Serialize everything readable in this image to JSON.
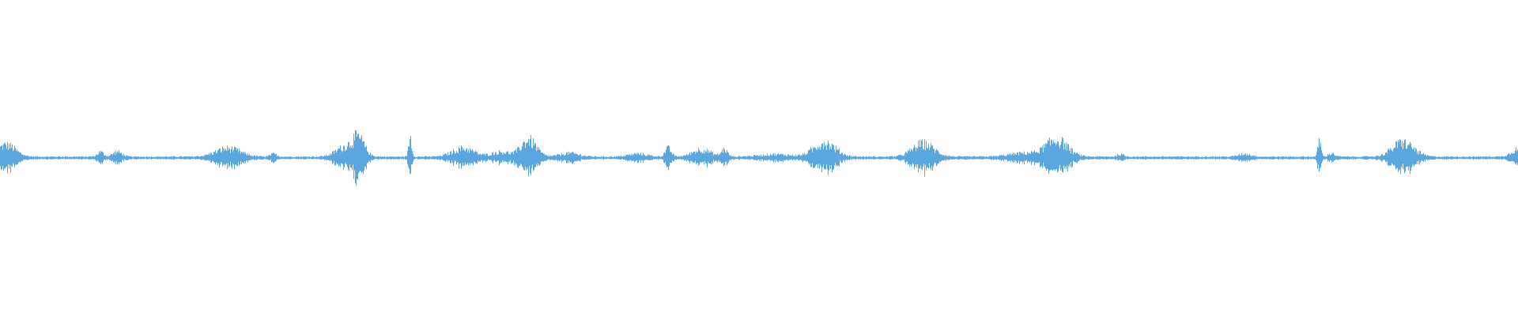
{
  "waveform": {
    "color": "#5aa6de",
    "background": "#ffffff",
    "baseline_amplitude": 0.006,
    "bursts": [
      {
        "at": 0.004,
        "amp": 0.05,
        "spread": 0.006
      },
      {
        "at": 0.066,
        "amp": 0.02,
        "spread": 0.002
      },
      {
        "at": 0.077,
        "amp": 0.02,
        "spread": 0.003
      },
      {
        "at": 0.15,
        "amp": 0.035,
        "spread": 0.008
      },
      {
        "at": 0.18,
        "amp": 0.012,
        "spread": 0.002
      },
      {
        "at": 0.227,
        "amp": 0.04,
        "spread": 0.006
      },
      {
        "at": 0.236,
        "amp": 0.07,
        "spread": 0.004
      },
      {
        "at": 0.27,
        "amp": 0.085,
        "spread": 0.001
      },
      {
        "at": 0.305,
        "amp": 0.035,
        "spread": 0.007
      },
      {
        "at": 0.33,
        "amp": 0.02,
        "spread": 0.006
      },
      {
        "at": 0.348,
        "amp": 0.07,
        "spread": 0.005
      },
      {
        "at": 0.375,
        "amp": 0.015,
        "spread": 0.006
      },
      {
        "at": 0.42,
        "amp": 0.012,
        "spread": 0.006
      },
      {
        "at": 0.44,
        "amp": 0.035,
        "spread": 0.002
      },
      {
        "at": 0.462,
        "amp": 0.03,
        "spread": 0.006
      },
      {
        "at": 0.477,
        "amp": 0.03,
        "spread": 0.002
      },
      {
        "at": 0.51,
        "amp": 0.01,
        "spread": 0.01
      },
      {
        "at": 0.543,
        "amp": 0.06,
        "spread": 0.007
      },
      {
        "at": 0.608,
        "amp": 0.055,
        "spread": 0.007
      },
      {
        "at": 0.675,
        "amp": 0.015,
        "spread": 0.01
      },
      {
        "at": 0.696,
        "amp": 0.07,
        "spread": 0.007
      },
      {
        "at": 0.738,
        "amp": 0.01,
        "spread": 0.002
      },
      {
        "at": 0.82,
        "amp": 0.012,
        "spread": 0.004
      },
      {
        "at": 0.869,
        "amp": 0.07,
        "spread": 0.001
      },
      {
        "at": 0.877,
        "amp": 0.015,
        "spread": 0.002
      },
      {
        "at": 0.924,
        "amp": 0.06,
        "spread": 0.007
      },
      {
        "at": 0.999,
        "amp": 0.03,
        "spread": 0.004
      }
    ]
  }
}
